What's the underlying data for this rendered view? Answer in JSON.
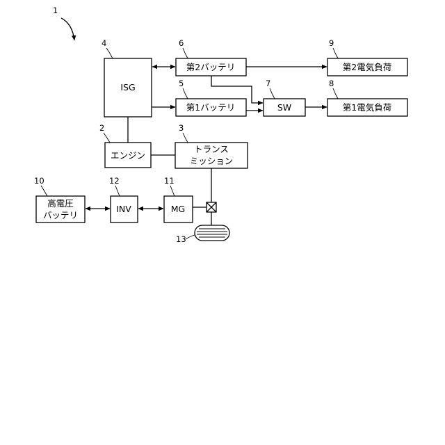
{
  "figure_number": "1",
  "components": {
    "isg": {
      "ref": "4",
      "label": "ISG"
    },
    "engine": {
      "ref": "2",
      "label": "エンジン"
    },
    "transmission": {
      "ref": "3",
      "line1": "トランス",
      "line2": "ミッション"
    },
    "second_battery": {
      "ref": "6",
      "label": "第2バッテリ"
    },
    "first_battery": {
      "ref": "5",
      "label": "第1バッテリ"
    },
    "switch": {
      "ref": "7",
      "label": "SW"
    },
    "second_load": {
      "ref": "9",
      "label": "第2電気負荷"
    },
    "first_load": {
      "ref": "8",
      "label": "第1電気負荷"
    },
    "hv_battery": {
      "ref": "10",
      "line1": "高電圧",
      "line2": "バッテリ"
    },
    "inverter": {
      "ref": "12",
      "label": "INV"
    },
    "motor_generator": {
      "ref": "11",
      "label": "MG"
    },
    "wheel": {
      "ref": "13"
    }
  }
}
